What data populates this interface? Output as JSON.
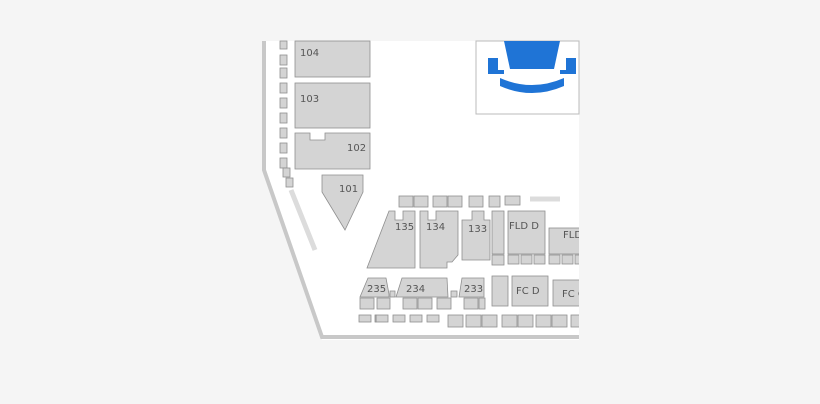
{
  "map": {
    "colors": {
      "background": "#f5f5f5",
      "floor": "#ffffff",
      "section_fill": "#d4d4d4",
      "section_stroke": "#8f8f8f",
      "seat_icon": "#1f74d6",
      "outline": "#c8c8c8"
    },
    "icon": "stadium-seat-icon",
    "sections": {
      "s104": "104",
      "s103": "103",
      "s102": "102",
      "s101": "101",
      "s135": "135",
      "s134": "134",
      "s133": "133",
      "fld_d": "FLD D",
      "fld_partial": "FLD",
      "s235": "235",
      "s234": "234",
      "s233": "233",
      "fc_d": "FC D",
      "fc_partial": "FC C"
    }
  }
}
